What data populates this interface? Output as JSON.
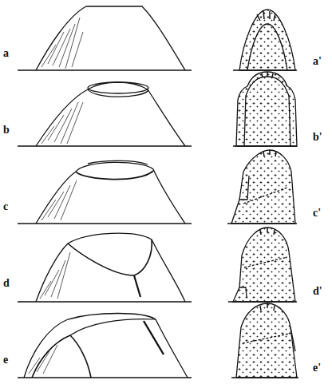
{
  "diagram": {
    "labels": [
      "a",
      "a'",
      "b",
      "b'",
      "c",
      "c'",
      "d",
      "d'",
      "e",
      "e'"
    ]
  }
}
